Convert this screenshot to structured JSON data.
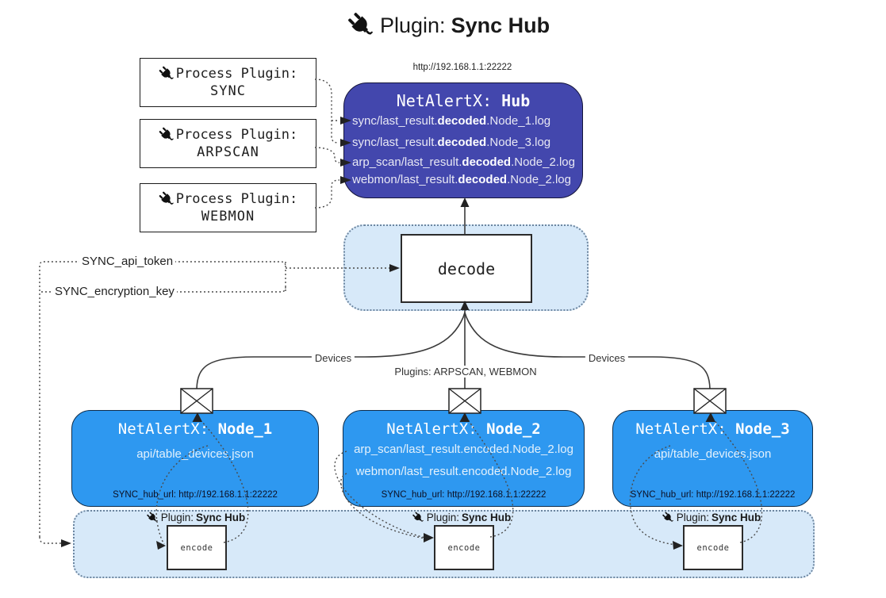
{
  "title": {
    "icon": "plug-icon",
    "prefix": "Plugin:",
    "name": "Sync Hub"
  },
  "colors": {
    "hub_fill": "#4347ad",
    "node_fill": "#2e98f0",
    "container_fill": "#d7e9f9",
    "box_border": "#1a1a1a",
    "line": "#3b3b3b"
  },
  "icons": {
    "plug": "plug-icon",
    "envelope": "envelope-icon"
  },
  "process_plugins": [
    {
      "label": "Process Plugin:",
      "name": "SYNC"
    },
    {
      "label": "Process Plugin:",
      "name": "ARPSCAN"
    },
    {
      "label": "Process Plugin:",
      "name": "WEBMON"
    }
  ],
  "hub": {
    "url": "http://192.168.1.1:22222",
    "title_prefix": "NetAlertX: ",
    "title_name": "Hub",
    "lines": [
      {
        "pre": "sync/last_result.",
        "bold": "decoded",
        "post": ".Node_1.log"
      },
      {
        "pre": "sync/last_result.",
        "bold": "decoded",
        "post": ".Node_3.log"
      },
      {
        "pre": "arp_scan/last_result.",
        "bold": "decoded",
        "post": ".Node_2.log"
      },
      {
        "pre": "webmon/last_result.",
        "bold": "decoded",
        "post": ".Node_2.log"
      }
    ]
  },
  "decode_label": "decode",
  "config_keys": {
    "api_token": "SYNC_api_token",
    "encryption_key": "SYNC_encryption_key"
  },
  "edge_labels": {
    "devices_left": "Devices",
    "plugins_mid": "Plugins: ARPSCAN, WEBMON",
    "devices_right": "Devices"
  },
  "nodes": [
    {
      "title_prefix": "NetAlertX: ",
      "title_name": "Node_1",
      "lines": [
        "api/table_devices.json"
      ],
      "footer": "SYNC_hub_url: http://192.168.1.1:22222"
    },
    {
      "title_prefix": "NetAlertX: ",
      "title_name": "Node_2",
      "lines": [
        "arp_scan/last_result.encoded.Node_2.log",
        "webmon/last_result.encoded.Node_2.log"
      ],
      "footer": "SYNC_hub_url: http://192.168.1.1:22222"
    },
    {
      "title_prefix": "NetAlertX: ",
      "title_name": "Node_3",
      "lines": [
        "api/table_devices.json"
      ],
      "footer": "SYNC_hub_url: http://192.168.1.1:22222"
    }
  ],
  "encode_area": {
    "label_prefix": "Plugin:",
    "label_name": "Sync Hub",
    "box_label": "encode"
  }
}
